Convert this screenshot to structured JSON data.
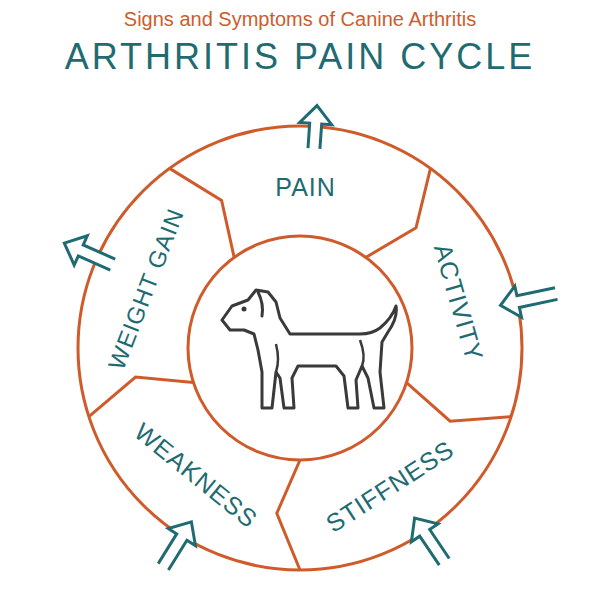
{
  "diagram": {
    "title": "ARTHRITIS PAIN CYCLE",
    "nodes": [
      {
        "text": [
          "PAIN"
        ]
      },
      {
        "text": [
          "ACTIVITY"
        ]
      },
      {
        "text": [
          "STIFFNESS"
        ]
      },
      {
        "text": [
          "WEAKNESS"
        ]
      },
      {
        "text": [
          "WEIGHT GAIN"
        ]
      }
    ],
    "labels": [
      "Signs and Symptoms of Canine Arthritis"
    ]
  }
}
